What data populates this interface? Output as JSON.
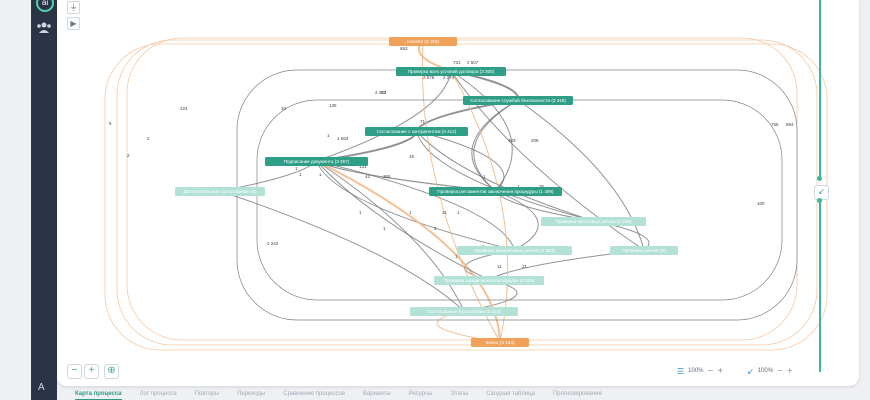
{
  "sidebar": {
    "logo_text": "ai",
    "avatar": "A",
    "icons": [
      "logo-icon",
      "users-icon"
    ]
  },
  "toolbar": {
    "icons": [
      "share-icon",
      "play-icon"
    ]
  },
  "nodes": [
    {
      "id": "start",
      "label": "Начало (3 153)",
      "kind": "terminal"
    },
    {
      "id": "n1",
      "label": "Проверка всех условий договора (3 300)",
      "kind": "main"
    },
    {
      "id": "n2",
      "label": "Согласование службой безопасности (3 318)",
      "kind": "main"
    },
    {
      "id": "n3",
      "label": "Согласование с контрагентом (3 412)",
      "kind": "main"
    },
    {
      "id": "n4",
      "label": "Подписание документа (3 357)",
      "kind": "main"
    },
    {
      "id": "n5",
      "label": "Проверка регламентов заключения процедуры (1 499)",
      "kind": "main"
    },
    {
      "id": "n6",
      "label": "Дополнительное согласование (5)",
      "kind": "light"
    },
    {
      "id": "n7",
      "label": "Проверка налоговых рисков (1 230)",
      "kind": "light"
    },
    {
      "id": "n8",
      "label": "Проверка финансовых рисков (2 553)",
      "kind": "light"
    },
    {
      "id": "n9",
      "label": "Проверка рисков (6)",
      "kind": "light"
    },
    {
      "id": "n10",
      "label": "Проверка юридической процедуры (3 018)",
      "kind": "light"
    },
    {
      "id": "n11",
      "label": "Согласование бухгалтерии (2 214)",
      "kind": "light"
    },
    {
      "id": "end",
      "label": "Конец (3 153)",
      "kind": "terminal"
    }
  ],
  "edge_labels": [
    "653",
    "731",
    "2 507",
    "2 576",
    "2 274",
    "2 483",
    "33",
    "135",
    "1",
    "71",
    "81",
    "44",
    "1 653",
    "33",
    "36",
    "1",
    "131",
    "42",
    "355",
    "16",
    "403",
    "208",
    "755",
    "894",
    "100",
    "1",
    "2",
    "224",
    "8",
    "2",
    "21",
    "2",
    "2 242",
    "1",
    "1",
    "1",
    "1",
    "1",
    "1",
    "1",
    "11",
    "21",
    "36",
    "1",
    "1"
  ],
  "controls": {
    "zoom_in": "+",
    "zoom_out": "−",
    "target": "⊕",
    "zoom_left_value": "100%",
    "zoom_right_value": "100%"
  },
  "tabs": [
    "Карта процесса",
    "Лог процесса",
    "Повторы",
    "Переходы",
    "Сравнение процессов",
    "Варианты",
    "Ресурсы",
    "Этапы",
    "Сводная таблица",
    "Прогнозирование"
  ],
  "active_tab": 0,
  "colors": {
    "main": "#2e9e86",
    "light": "#b3e1d6",
    "terminal": "#f0a25a",
    "accent": "#3bb89b"
  }
}
